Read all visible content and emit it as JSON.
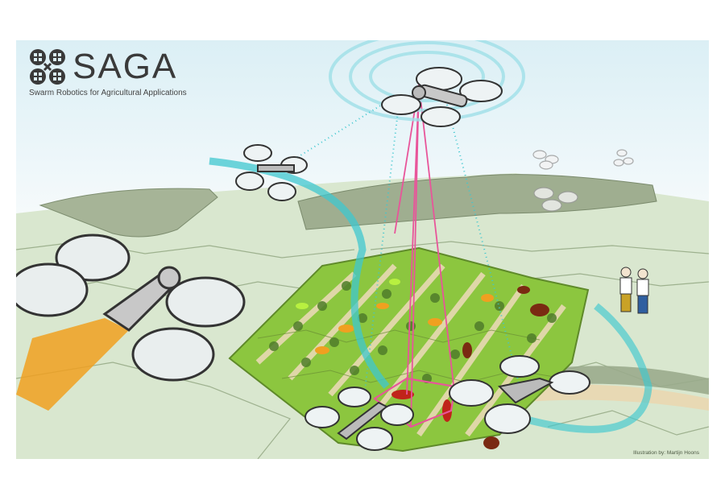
{
  "logo": {
    "title": "SAGA",
    "subtitle": "Swarm Robotics for Agricultural Applications",
    "mark_icon": "four-rotor-swarm-icon"
  },
  "credit": "Illustration by: Martijn Hoons",
  "scene": {
    "description": "Illustration of drone swarm mapping a hexagon-gridded crop field",
    "colors": {
      "sky": "#dbeff5",
      "field_light": "#cfe0c4",
      "field_mid": "#b4cc9e",
      "forest": "#9aab8c",
      "crop_field": "#8cc63f",
      "path_tan": "#e8d9b4",
      "signal_cyan": "#3fc7cf",
      "laser_pink": "#e8559a",
      "weed_orange": "#f0a020",
      "weed_red": "#c0241a",
      "weed_brown": "#7a2a12",
      "drone_body": "#b8b8b8"
    },
    "drones": [
      {
        "name": "overhead-drone",
        "role": "mapping"
      },
      {
        "name": "scout-drone-left",
        "role": "scouting"
      },
      {
        "name": "large-drone-foreground",
        "role": "spraying"
      },
      {
        "name": "field-drone-center",
        "role": "monitoring"
      },
      {
        "name": "field-drone-right",
        "role": "monitoring"
      },
      {
        "name": "distant-drone-1"
      },
      {
        "name": "distant-drone-2"
      },
      {
        "name": "distant-drone-3"
      }
    ],
    "people": [
      "farmer-with-cap-and-phone",
      "farmer-with-blue-jeans"
    ]
  }
}
